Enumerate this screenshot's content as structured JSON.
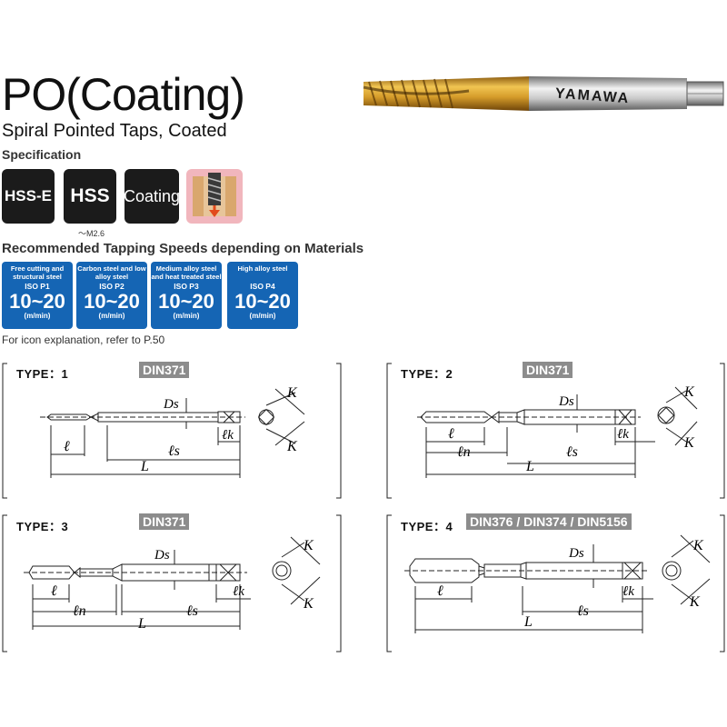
{
  "header": {
    "title": "PO(Coating)",
    "subtitle": "Spiral Pointed Taps, Coated",
    "specification_label": "Specification",
    "tool_brand": "YAMAWA"
  },
  "spec_badges": [
    {
      "label": "HSS-E"
    },
    {
      "label": "HSS"
    },
    {
      "label": "Coating"
    }
  ],
  "hss_note": "～M2.6",
  "recommended": {
    "label": "Recommended Tapping Speeds depending on Materials",
    "items": [
      {
        "material": "Free cutting and structural steel",
        "iso": "ISO P1",
        "speed": "10~20",
        "unit": "(m/min)"
      },
      {
        "material": "Carbon steel and low alloy steel",
        "iso": "ISO P2",
        "speed": "10~20",
        "unit": "(m/min)"
      },
      {
        "material": "Medium alloy steel and heat treated steel",
        "iso": "ISO P3",
        "speed": "10~20",
        "unit": "(m/min)"
      },
      {
        "material": "High alloy steel",
        "iso": "ISO P4",
        "speed": "10~20",
        "unit": "(m/min)"
      }
    ],
    "note": "For icon explanation, refer to P.50"
  },
  "diagrams": [
    {
      "type_label": "TYPE：1",
      "standard": "DIN371"
    },
    {
      "type_label": "TYPE：2",
      "standard": "DIN371"
    },
    {
      "type_label": "TYPE：3",
      "standard": "DIN371"
    },
    {
      "type_label": "TYPE：4",
      "standard": "DIN376 / DIN374 / DIN5156"
    }
  ],
  "dimension_labels": {
    "Ds": "Ds",
    "K": "K",
    "l": "ℓ",
    "ls": "ℓs",
    "lk": "ℓk",
    "ln": "ℓn",
    "L": "L"
  },
  "colors": {
    "badge": "#1b1b1b",
    "speed_box": "#1565b4",
    "din_tag": "#8c8c8c",
    "coating_gold": "#c99a2e"
  }
}
